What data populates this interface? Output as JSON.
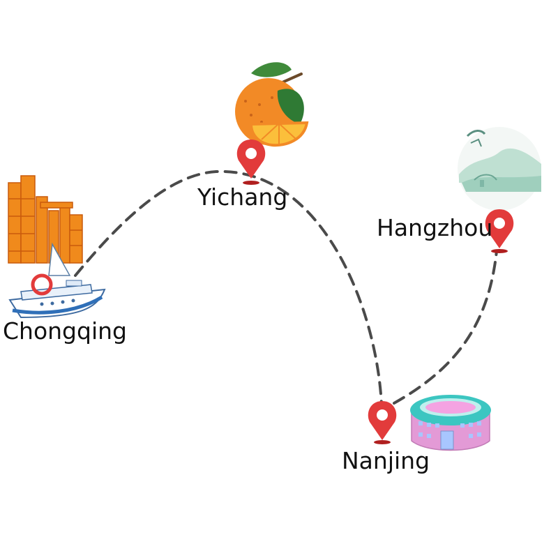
{
  "route": {
    "stops": [
      {
        "id": "chongqing",
        "label": "Chongqing",
        "illustration": "skyline-and-cruise-ship"
      },
      {
        "id": "yichang",
        "label": "Yichang",
        "illustration": "orange-fruit"
      },
      {
        "id": "nanjing",
        "label": "Nanjing",
        "illustration": "round-museum-building"
      },
      {
        "id": "hangzhou",
        "label": "Hangzhou",
        "illustration": "west-lake-landscape"
      }
    ]
  },
  "colors": {
    "route_line": "#4a4a4a",
    "pin": "#e23b3b",
    "pin_shadow": "#b01f1f",
    "skyline": "#f08a1c",
    "orange": "#f28a26",
    "leaf": "#3f8a3a",
    "building_wall": "#e39ad6",
    "building_roof": "#3cc6c1",
    "landscape": "#9fcfbd"
  },
  "icons": [
    "map-pin-icon"
  ]
}
